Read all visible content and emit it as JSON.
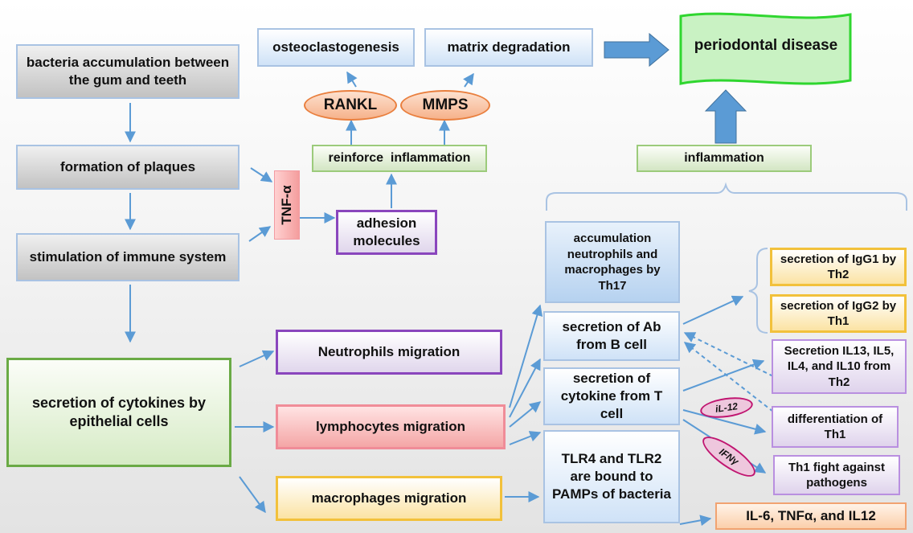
{
  "left_column": {
    "bacteria": "bacteria accumulation between the gum and teeth",
    "plaques": "formation of plaques",
    "immune": "stimulation of immune system",
    "cytokines_epithelial": "secretion of cytokines by epithelial cells"
  },
  "top": {
    "osteoclastogenesis": "osteoclastogenesis",
    "matrix_degradation": "matrix degradation",
    "periodontal_disease": "periodontal disease",
    "rankl": "RANKL",
    "mmps": "MMPS",
    "reinforce_inflammation": "reinforce  inflammation",
    "inflammation": "inflammation",
    "tnf_alpha": "TNF-α",
    "adhesion_molecules": "adhesion molecules"
  },
  "migration": {
    "neutrophils": "Neutrophils migration",
    "lymphocytes": "lymphocytes migration",
    "macrophages": "macrophages migration"
  },
  "middle_column": {
    "accumulation": "accumulation neutrophils  and macrophages  by Th17",
    "ab": "secretion of Ab from B cell",
    "cytokine_t": "secretion of cytokine from T cell",
    "tlr": "TLR4 and TLR2 are bound to PAMPs of bacteria"
  },
  "right_column": {
    "igg1": "secretion of IgG1 by Th2",
    "igg2": "secretion of IgG2 by Th1",
    "il13": "Secretion IL13, IL5, IL4, and IL10 from Th2",
    "diff_th1": "differentiation of Th1",
    "th1_fight": "Th1  fight against pathogens",
    "il6": "IL-6, TNFα, and IL12",
    "il12_tag": "iL-12",
    "ifn_tag": "IFNγ"
  },
  "colors": {
    "arrow": "#5b9bd5",
    "big_arrow": "#5b9bd5",
    "periodontal_fill": "#c9f2c3",
    "periodontal_border": "#2fd62f"
  }
}
